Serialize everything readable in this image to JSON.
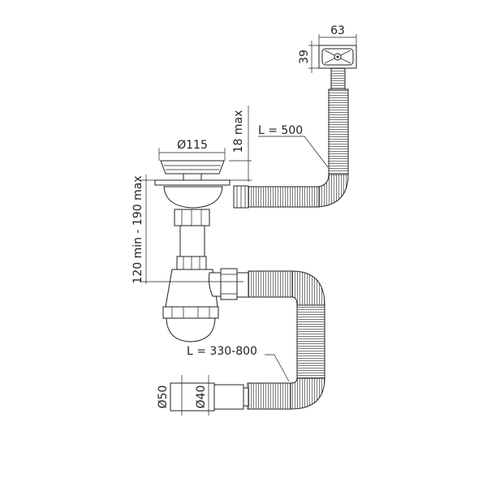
{
  "diagram": {
    "labels": {
      "overflow_width": "63",
      "overflow_height": "39",
      "strainer_diameter": "Ø115",
      "strainer_height": "18 max",
      "overflow_hose_length": "L = 500",
      "trap_height": "120 min - 190 max",
      "outlet_hose_length": "L = 330-800",
      "outlet_outer_diameter": "Ø50",
      "outlet_inner_diameter": "Ø40"
    },
    "colors": {
      "line": "#231f20",
      "background": "#ffffff"
    }
  }
}
